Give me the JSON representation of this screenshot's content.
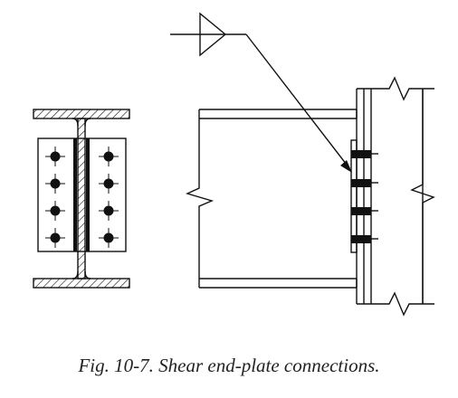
{
  "figure": {
    "caption": "Fig. 10-7.  Shear end-plate connections."
  },
  "colors": {
    "ink": "#111111",
    "background": "#ffffff"
  },
  "views": {
    "end_view": {
      "bolt_rows": 4,
      "bolt_columns": 2
    },
    "side_view": {
      "bolt_rows": 4
    }
  }
}
